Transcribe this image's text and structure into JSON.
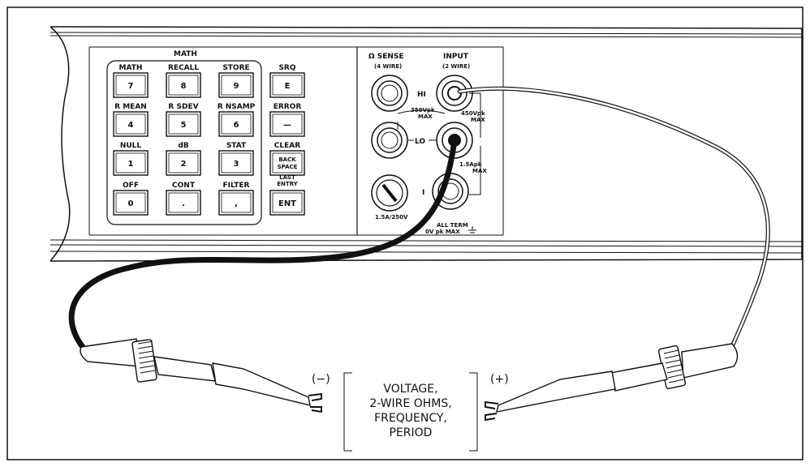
{
  "keypad": {
    "group_label": "MATH",
    "rows": [
      [
        {
          "top": "MATH",
          "key": "7"
        },
        {
          "top": "RECALL",
          "key": "8"
        },
        {
          "top": "STORE",
          "key": "9"
        },
        {
          "top": "SRQ",
          "key": "E"
        }
      ],
      [
        {
          "top": "R MEAN",
          "key": "4"
        },
        {
          "top": "R SDEV",
          "key": "5"
        },
        {
          "top": "R NSAMP",
          "key": "6"
        },
        {
          "top": "ERROR",
          "key": "—"
        }
      ],
      [
        {
          "top": "NULL",
          "key": "1"
        },
        {
          "top": "dB",
          "key": "2"
        },
        {
          "top": "STAT",
          "key": "3"
        },
        {
          "top": "CLEAR",
          "key": "BACK SPACE"
        }
      ],
      [
        {
          "top": "OFF",
          "key": "0"
        },
        {
          "top": "CONT",
          "key": "."
        },
        {
          "top": "FILTER",
          "key": ","
        },
        {
          "top": "LAST ENTRY",
          "key": "ENT"
        }
      ]
    ]
  },
  "terminals": {
    "sense_label": "Ω SENSE",
    "sense_sub": "(4 WIRE)",
    "input_label": "INPUT",
    "input_sub": "(2 WIRE)",
    "hi": "HI",
    "lo": "LO",
    "i": "I",
    "v350": "350Vpk",
    "max1": "MAX",
    "v450": "450Vpk",
    "max2": "MAX",
    "a15": "1.5Apk",
    "max3": "MAX",
    "fuse": "1.5A/250V",
    "all_term": "ALL TERM",
    "v_pk_max": "0V pk MAX"
  },
  "probes": {
    "neg": "(−)",
    "pos": "(+)"
  },
  "callout": {
    "lines": [
      "VOLTAGE,",
      "2-WIRE OHMS,",
      "FREQUENCY,",
      "PERIOD"
    ]
  }
}
